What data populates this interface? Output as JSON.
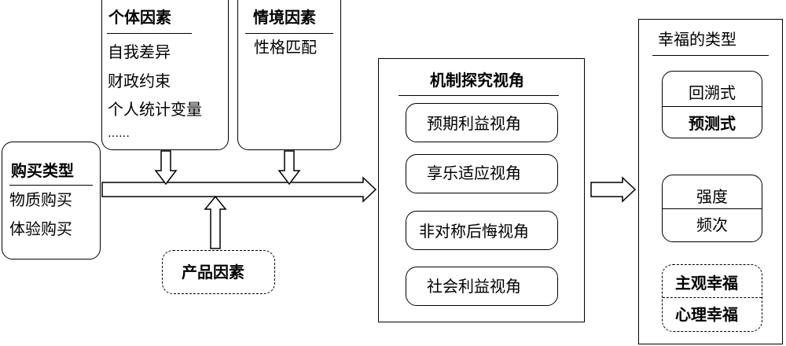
{
  "purchase_type": {
    "title": "购买类型",
    "items": [
      "物质购买",
      "体验购买"
    ]
  },
  "individual_factors": {
    "title": "个体因素",
    "items": [
      "自我差异",
      "财政约束",
      "个人统计变量",
      "……"
    ]
  },
  "situational_factors": {
    "title": "情境因素",
    "items": [
      "性格匹配"
    ]
  },
  "product_factors": {
    "title": "产品因素"
  },
  "mechanism": {
    "title": "机制探究视角",
    "items": [
      "预期利益视角",
      "享乐适应视角",
      "非对称后悔视角",
      "社会利益视角"
    ]
  },
  "happiness_types": {
    "title": "幸福的类型",
    "group1": [
      "回溯式",
      "预测式"
    ],
    "group2": [
      "强度",
      "频次"
    ],
    "group3": [
      "主观幸福",
      "心理幸福"
    ]
  }
}
